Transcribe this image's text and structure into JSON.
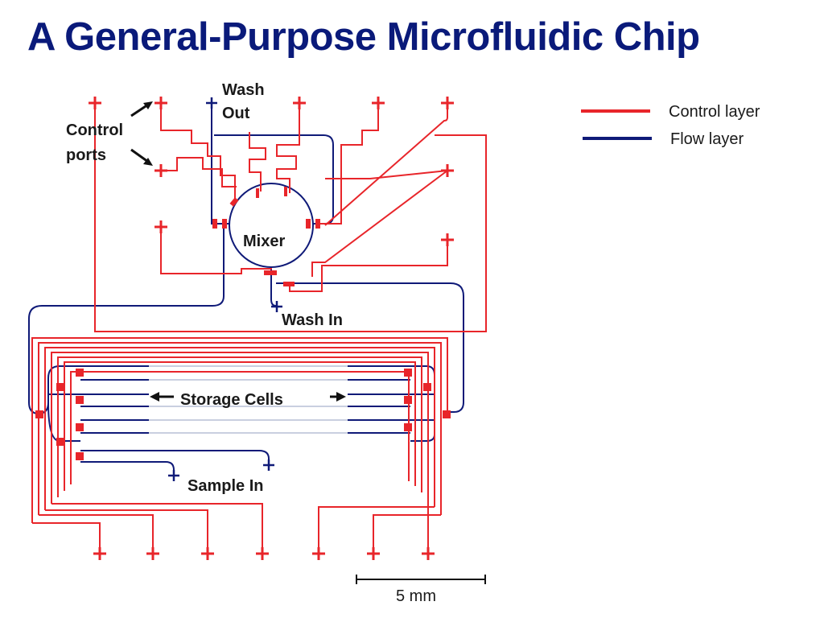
{
  "title": "A General-Purpose Microfluidic Chip",
  "labels": {
    "wash_out": [
      "Wash",
      "Out"
    ],
    "control_ports": [
      "Control",
      "ports"
    ],
    "mixer": "Mixer",
    "wash_in": "Wash In",
    "storage_cells": "Storage Cells",
    "sample_in": "Sample In",
    "scale_bar": "5 mm"
  },
  "legend": [
    {
      "name": "Control layer",
      "color": "#e8252a"
    },
    {
      "name": "Flow layer",
      "color": "#0f1a78"
    }
  ],
  "colors": {
    "title": "#0a1a7a",
    "control": "#e8252a",
    "flow": "#0f1a78"
  }
}
